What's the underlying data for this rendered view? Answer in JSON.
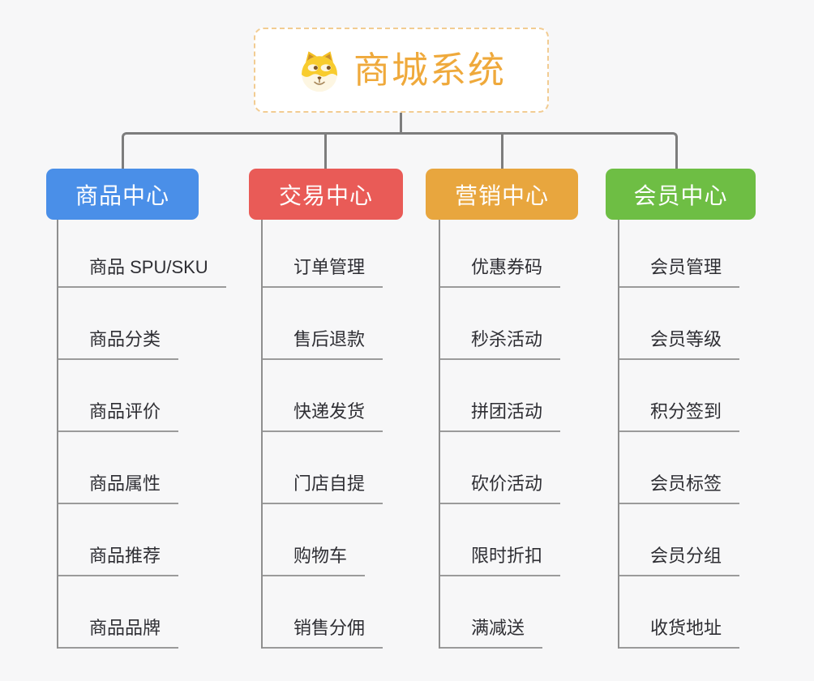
{
  "root": {
    "title": "商城系统",
    "icon": "doge-icon",
    "title_color": "#efa93b",
    "border_color": "#f2cc92"
  },
  "connector_color": "#7d7d7d",
  "underline_color": "#9b9b9b",
  "branches": [
    {
      "label": "商品中心",
      "color": "#4a8fe8",
      "children": [
        "商品 SPU/SKU",
        "商品分类",
        "商品评价",
        "商品属性",
        "商品推荐",
        "商品品牌"
      ]
    },
    {
      "label": "交易中心",
      "color": "#e95b57",
      "children": [
        "订单管理",
        "售后退款",
        "快递发货",
        "门店自提",
        "购物车",
        "销售分佣"
      ]
    },
    {
      "label": "营销中心",
      "color": "#e8a63e",
      "children": [
        "优惠券码",
        "秒杀活动",
        "拼团活动",
        "砍价活动",
        "限时折扣",
        "满减送"
      ]
    },
    {
      "label": "会员中心",
      "color": "#6ebe44",
      "children": [
        "会员管理",
        "会员等级",
        "积分签到",
        "会员标签",
        "会员分组",
        "收货地址"
      ]
    }
  ]
}
